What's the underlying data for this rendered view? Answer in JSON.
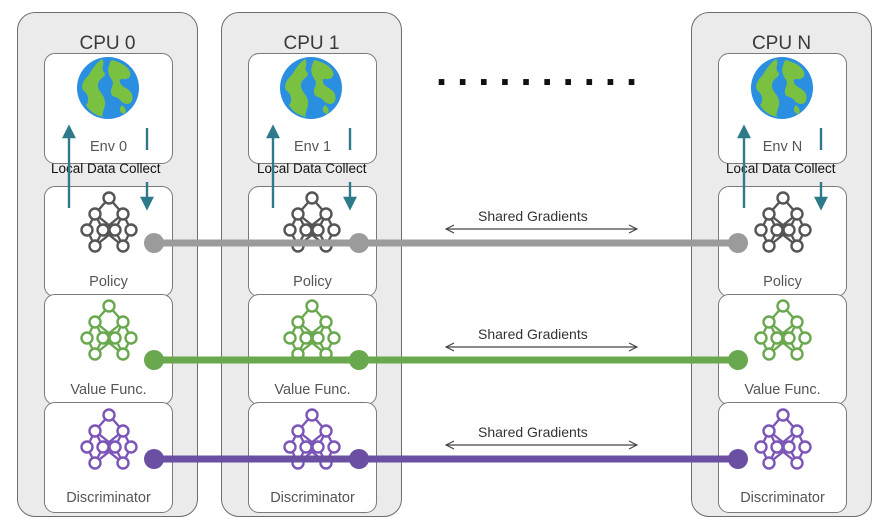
{
  "cpus": [
    {
      "title": "CPU 0",
      "env_label": "Env 0",
      "collect_label": "Local Data Collect",
      "policy_label": "Policy",
      "value_label": "Value Func.",
      "disc_label": "Discriminator"
    },
    {
      "title": "CPU 1",
      "env_label": "Env 1",
      "collect_label": "Local Data Collect",
      "policy_label": "Policy",
      "value_label": "Value Func.",
      "disc_label": "Discriminator"
    },
    {
      "title": "CPU N",
      "env_label": "Env N",
      "collect_label": "Local Data Collect",
      "policy_label": "Policy",
      "value_label": "Value Func.",
      "disc_label": "Discriminator"
    }
  ],
  "gradients": {
    "policy_label": "Shared Gradients",
    "value_label": "Shared Gradients",
    "disc_label": "Shared Gradients"
  },
  "ellipsis": "..........",
  "colors": {
    "policy": "#9b9b9b",
    "value": "#6aa84f",
    "discriminator": "#6a4fa3",
    "arrow": "#2e7a8a",
    "ocean": "#2a8fe0",
    "land": "#7ac142",
    "policy_net": "#555555",
    "value_net": "#6aa84f",
    "disc_net": "#7b55b8"
  },
  "icons": {
    "env": "globe-icon",
    "policy": "neural-network-icon",
    "value": "neural-network-icon",
    "discriminator": "neural-network-icon"
  }
}
